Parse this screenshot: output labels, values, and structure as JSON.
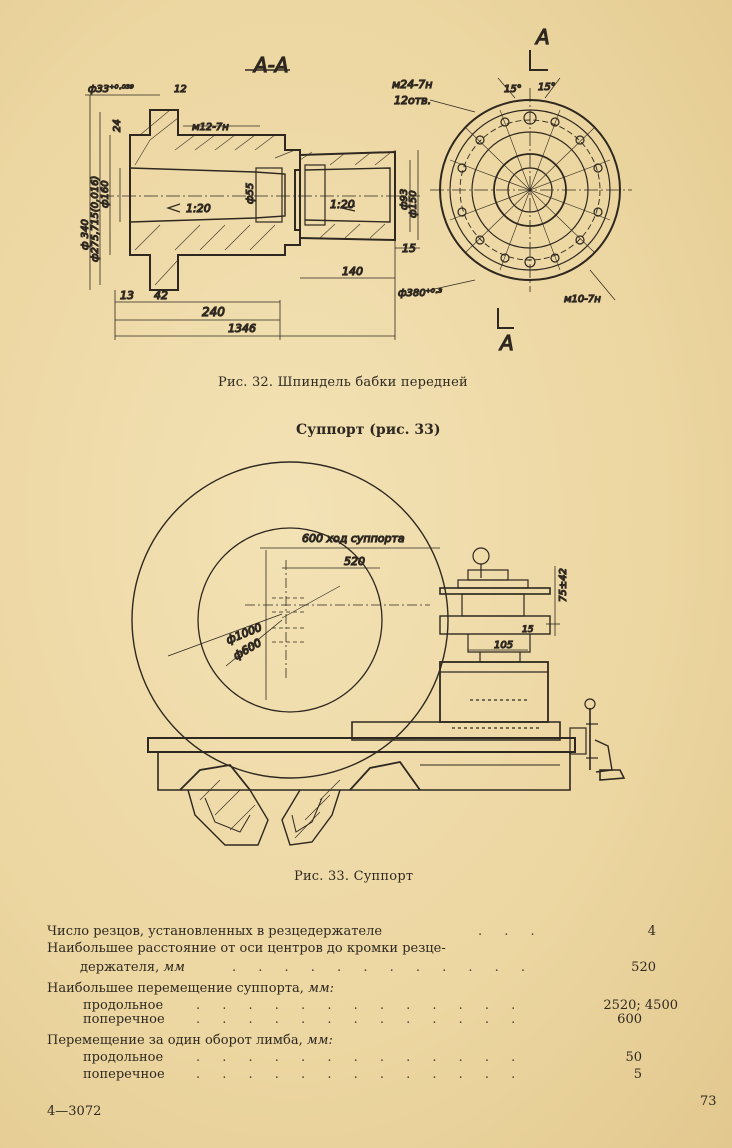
{
  "figure32": {
    "labels": {
      "section": "А-А",
      "cut_mark_top": "А",
      "cut_mark_bottom": "А",
      "d33": "ф33⁺⁰·⁰³⁹",
      "n12": "12",
      "m12": "м12-7н",
      "d340": "ф 340",
      "d275": "ф275,715(0,016)",
      "d160": "ф160",
      "n24": "24",
      "d55": "ф55",
      "taper_left": "1:20",
      "taper_right": "1:20",
      "d93": "ф93",
      "d150": "ф150",
      "n15": "15",
      "n140": "140",
      "d380": "ф380⁺⁰·³",
      "n13": "13",
      "n42": "42",
      "n240": "240",
      "n1346": "1346",
      "m24": "м24-7н",
      "holes": "12отв.",
      "angle1": "15°",
      "angle2": "15°",
      "m10": "м10-7н"
    },
    "caption": "Рис. 32. Шпиндель бабки передней"
  },
  "section_heading": "Суппорт (рис. 33)",
  "figure33": {
    "labels": {
      "travel": "600 ход суппорта",
      "d520": "520",
      "d1000": "ф1000",
      "d600": "ф600",
      "dim75": "75±42",
      "dim105": "105",
      "dim15": "15"
    },
    "caption": "Рис. 33. Суппорт"
  },
  "specs": [
    {
      "label": "Число резцов, установленных в резцедержателе",
      "value": "4",
      "indent": "none"
    },
    {
      "label": "Наибольшее расстояние от оси центров до кромки резце-",
      "value": "",
      "indent": "none"
    },
    {
      "label": "держателя,",
      "unit": "мм",
      "value": "520",
      "indent": "cont"
    },
    {
      "label": "Наибольшее перемещение суппорта,",
      "unit": "мм:",
      "value": "",
      "indent": "none"
    },
    {
      "label": "продольное",
      "value": "2520; 4500",
      "indent": "sub"
    },
    {
      "label": "поперечное",
      "value": "600",
      "indent": "sub"
    },
    {
      "label": "Перемещение за один оборот лимба,",
      "unit": "мм:",
      "value": "",
      "indent": "none"
    },
    {
      "label": "продольное",
      "value": "50",
      "indent": "sub"
    },
    {
      "label": "поперечное",
      "value": "5",
      "indent": "sub"
    }
  ],
  "footer": {
    "signature": "4—3072",
    "page_number": "73"
  }
}
